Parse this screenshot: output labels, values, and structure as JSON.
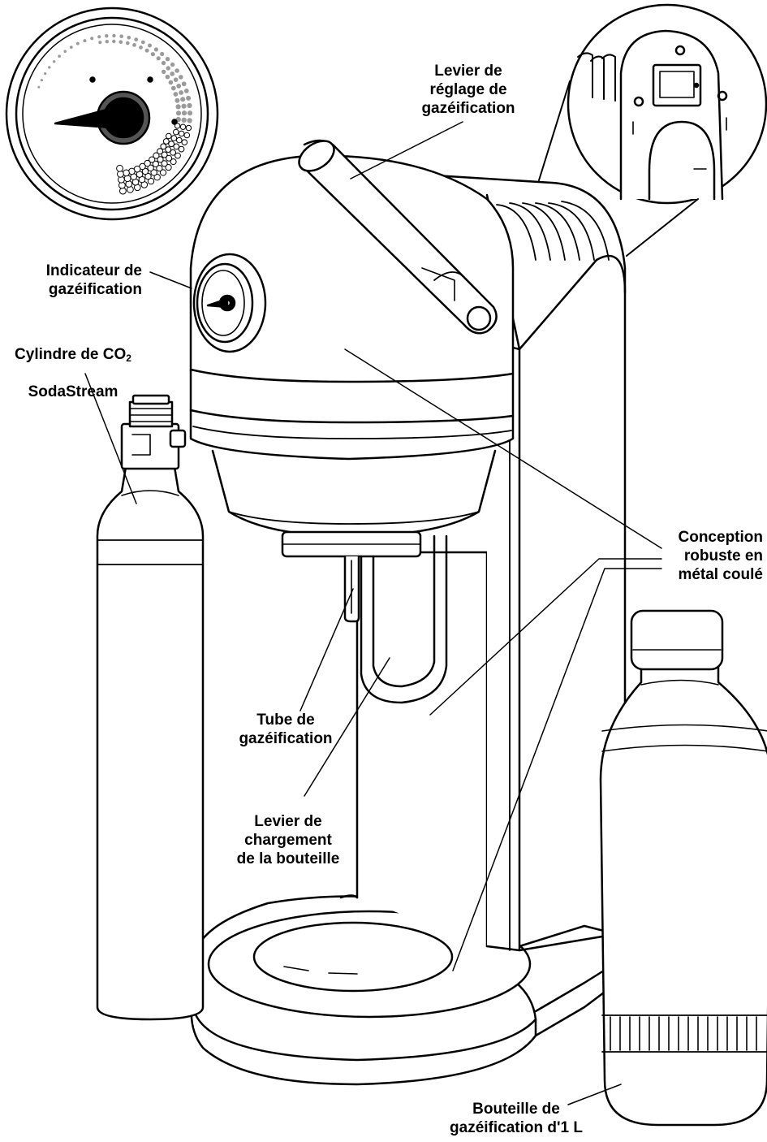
{
  "labels": {
    "carbonation_lever": "Levier de\nréglage de\ngazéification",
    "carbonation_indicator": "Indicateur de\ngazéification",
    "co2_cylinder_line1": "Cylindre de CO",
    "co2_cylinder_sub": "2",
    "co2_cylinder_line2": "SodaStream",
    "die_cast_design": "Conception\nrobuste en\nmétal coulé",
    "carbonation_tube": "Tube de\ngazéification",
    "bottle_loading_lever": "Levier de\nchargement\nde la bouteille",
    "carbonation_bottle": "Bouteille de\ngazéification d'1 L"
  },
  "colors": {
    "stroke": "#000000",
    "fill": "#ffffff",
    "gauge_needle_dark": "#555555",
    "gauge_dots": "#9a9a9a"
  }
}
